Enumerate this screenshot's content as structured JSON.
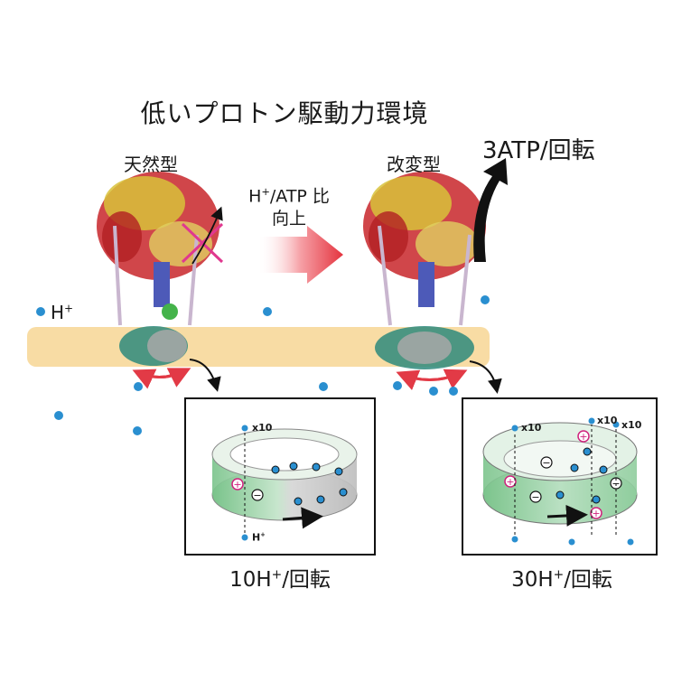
{
  "title": "低いプロトン駆動力環境",
  "wild_type_label": "天然型",
  "mutant_label": "改変型",
  "atp_per_rotation": "3ATP/回転",
  "ratio_label": {
    "line1_h": "H",
    "line1_plus": "+",
    "line1_rest": "/ATP 比",
    "line2": "向上"
  },
  "proton_label": {
    "base": "H",
    "sup": "+"
  },
  "inset_left": {
    "count": "x10",
    "proton": "H",
    "proton_sup": "+"
  },
  "inset_right": {
    "count_a": "x10",
    "count_b": "x10",
    "count_c": "x10"
  },
  "caption_left": {
    "pre": "10H",
    "sup": "+",
    "post": "/回転"
  },
  "caption_right": {
    "pre": "30H",
    "sup": "+",
    "post": "/回転"
  },
  "colors": {
    "membrane": "#f8dca4",
    "proton": "#2a8fd0",
    "arrow_red": "#e23a46",
    "ring_green": "#8fcf9c",
    "ring_gray": "#cfcfcf",
    "cross": "#e0388f"
  }
}
